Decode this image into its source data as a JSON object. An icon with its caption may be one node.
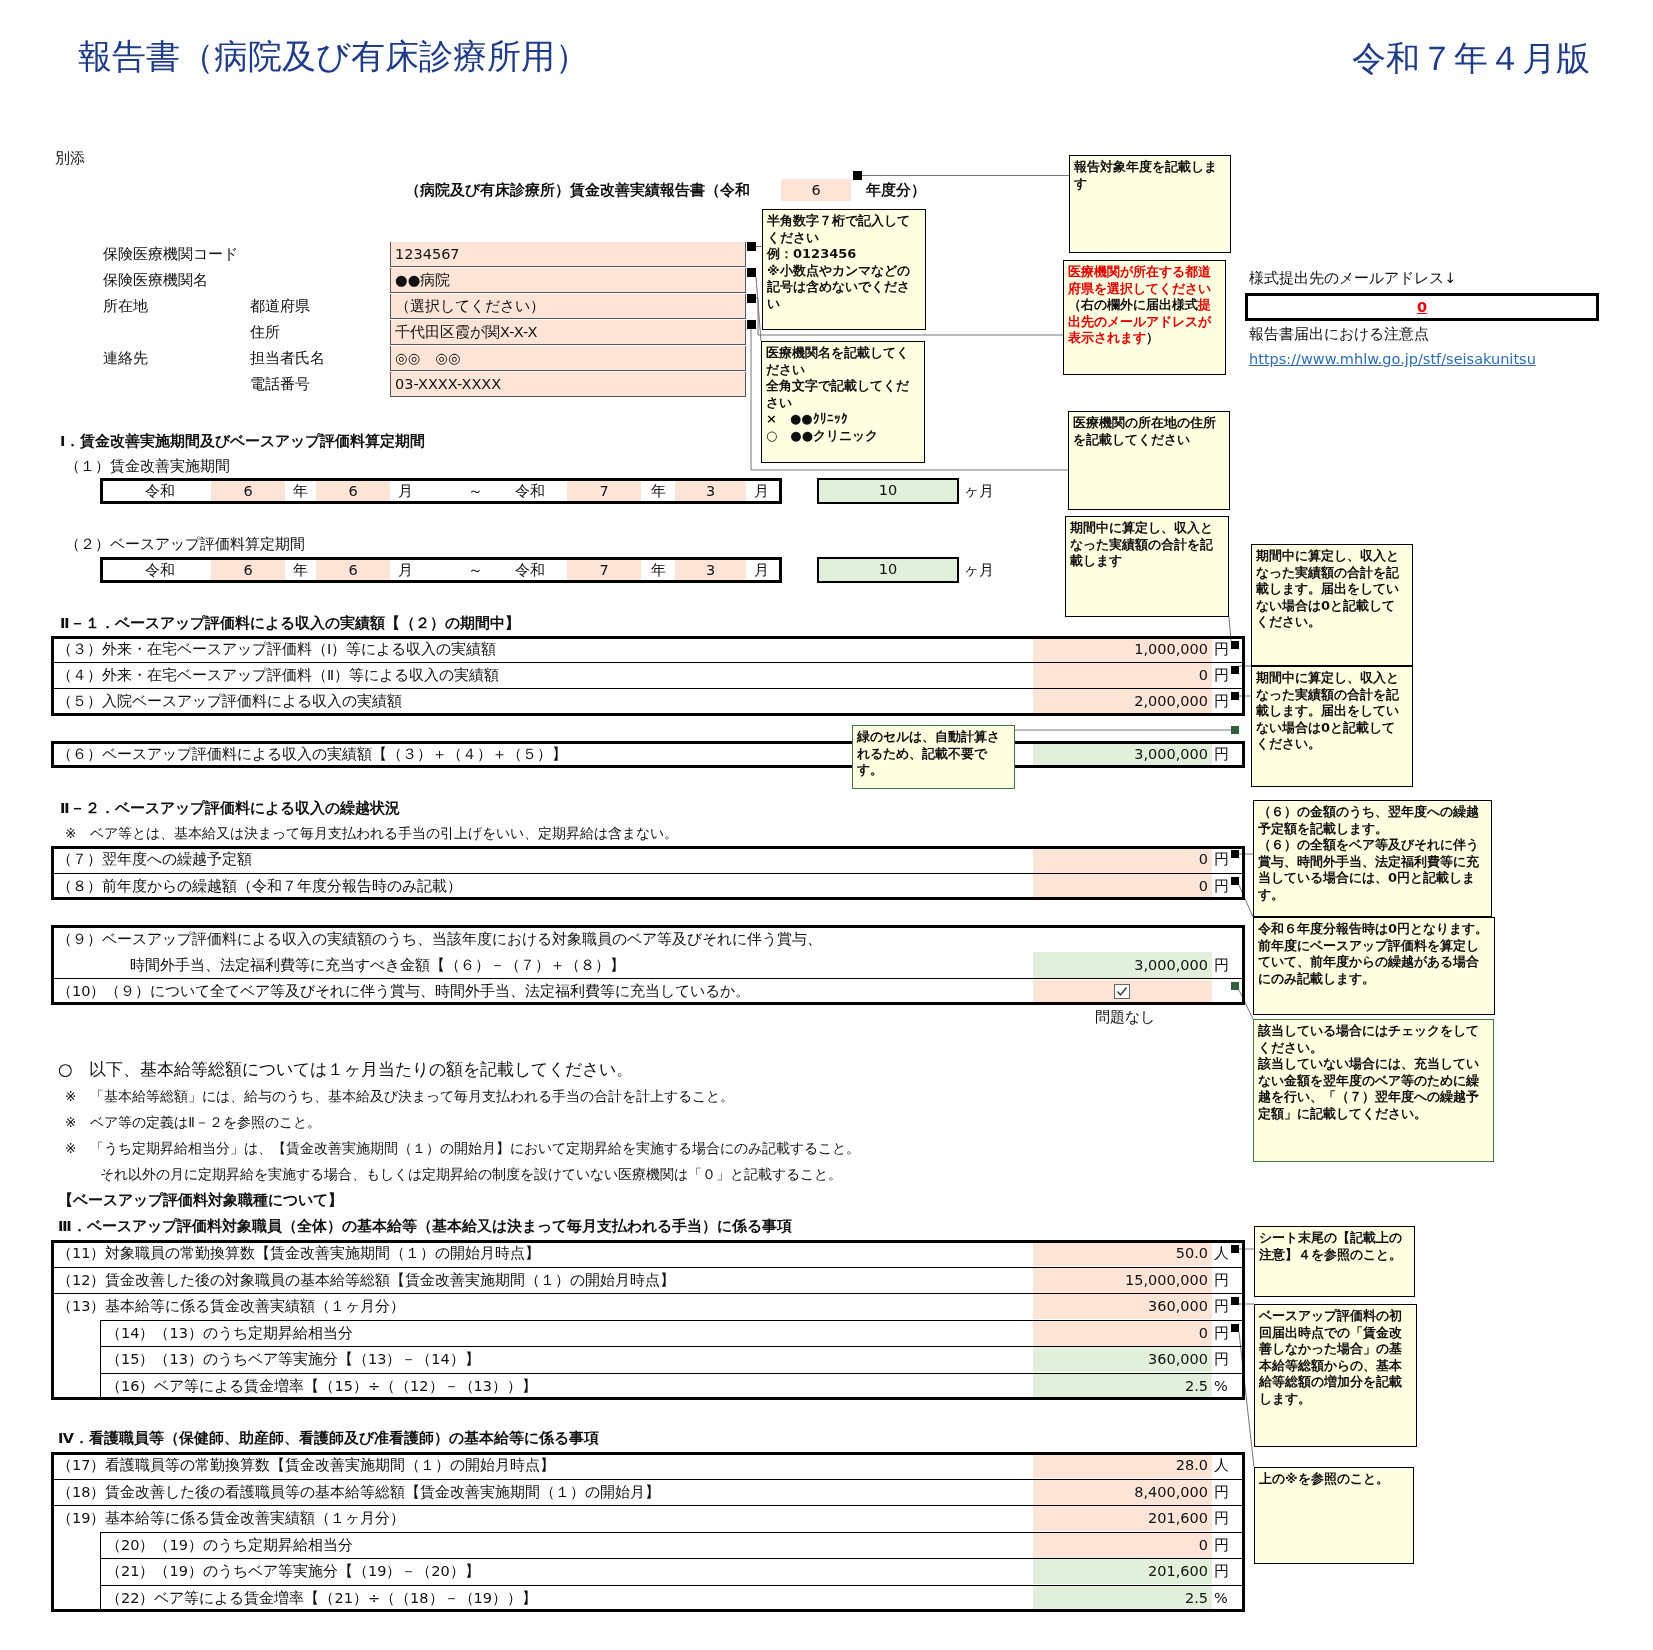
{
  "diagram": {
    "title": "報告書（病院及び有床診療所用）",
    "nodes": [
      {
        "text": [
          "報告対象年度を記載します"
        ]
      },
      {
        "text": [
          "半角数字７桁で記入してください",
          "例：0123456",
          "※小数点やカンマなどの記号は含めないでください"
        ]
      },
      {
        "text": [
          "医療機関が所在する都道府県を選択してください（右の欄外に届出様式提出先のメールアドレスが表示されます）"
        ]
      },
      {
        "text": [
          "医療機関名を記載してください",
          "全角文字で記載してください",
          "×　●●ｸﾘﾆｯｸ",
          "○　●●クリニック"
        ]
      },
      {
        "text": [
          "医療機関の所在地の住所を記載してください"
        ]
      },
      {
        "text": [
          "期間中に算定し、収入となった実績額の合計を記載します"
        ]
      },
      {
        "text": [
          "期間中に算定し、収入となった実績額の合計を記載します。届出をしていない場合は0と記載してください。"
        ]
      },
      {
        "text": [
          "期間中に算定し、収入となった実績額の合計を記載します。届出をしていない場合は0と記載してください。"
        ]
      },
      {
        "text": [
          "緑のセルは、自動計算されるため、記載不要です。"
        ]
      },
      {
        "text": [
          "（６）の金額のうち、翌年度への繰越予定額を記載します。",
          "（６）の全額をベア等及びそれに伴う賞与、時間外手当、法定福利費等に充当している場合には、0円と記載します。"
        ]
      },
      {
        "text": [
          "令和６年度分報告時は0円となります。前年度にベースアップ評価料を算定していて、前年度からの繰越がある場合にのみ記載します。"
        ]
      },
      {
        "text": [
          "該当している場合にはチェックをしてください。",
          "該当していない場合には、充当していない金額を翌年度のベア等のために繰越を行い、「（７）翌年度への繰越予定額」に記載してください。"
        ]
      },
      {
        "text": [
          "シート末尾の【記載上の注意】４を参照のこと。"
        ]
      },
      {
        "text": [
          "ベースアップ評価料の初回届出時点での「賃金改善しなかった場合」の基本給等総額からの、基本給等総額の増加分を記載します。"
        ]
      },
      {
        "text": [
          "上の※を参照のこと。"
        ]
      },
      {
        "text": [],
        "shape": "box"
      },
      {
        "text": [],
        "shape": "box"
      },
      {
        "text": [],
        "shape": "box"
      },
      {
        "text": [],
        "shape": "box"
      },
      {
        "text": [],
        "shape": "box"
      },
      {
        "text": [],
        "shape": "box"
      },
      {
        "text": [],
        "shape": "box"
      },
      {
        "text": [],
        "shape": "box"
      },
      {
        "text": [],
        "shape": "box"
      },
      {
        "text": [],
        "shape": "box"
      },
      {
        "text": [],
        "shape": "box"
      },
      {
        "text": [],
        "shape": "box"
      },
      {
        "text": [],
        "shape": "box"
      },
      {
        "text": [],
        "shape": "box"
      },
      {
        "text": [],
        "shape": "box"
      }
    ],
    "edges": [
      {
        "from": 0,
        "to": 15,
        "arrow": "none"
      },
      {
        "from": 1,
        "to": 16,
        "arrow": "none"
      },
      {
        "from": 2,
        "to": 18,
        "arrow": "none"
      },
      {
        "from": 3,
        "to": 17,
        "arrow": "none"
      },
      {
        "from": 4,
        "to": 19,
        "arrow": "none"
      },
      {
        "from": 5,
        "to": 20,
        "arrow": "none"
      },
      {
        "from": 6,
        "to": 21,
        "arrow": "none"
      },
      {
        "from": 7,
        "to": 22,
        "arrow": "none"
      },
      {
        "from": 8,
        "to": 23,
        "arrow": "none"
      },
      {
        "from": 9,
        "to": 24,
        "arrow": "none"
      },
      {
        "from": 10,
        "to": 25,
        "arrow": "none"
      },
      {
        "from": 11,
        "to": 26,
        "arrow": "none"
      },
      {
        "from": 12,
        "to": 27,
        "arrow": "none"
      },
      {
        "from": 13,
        "to": 28,
        "arrow": "none"
      },
      {
        "from": 14,
        "to": 29,
        "arrow": "none"
      }
    ],
    "labels": [
      "令和７年４月版",
      "別添",
      "（病院及び有床診療所）賃金改善実績報告書（令和",
      "6",
      "年度分）",
      "保険医療機関コード",
      "1234567",
      "保険医療機関名",
      "●●病院",
      "所在地",
      "都道府県",
      "（選択してください）",
      "住所",
      "千代田区霞が関X-X-X",
      "連絡先",
      "担当者氏名",
      "◎◎　◎◎",
      "電話番号",
      "03-XXXX-XXXX",
      "様式提出先のメールアドレス↓",
      "0",
      "報告書届出における注意点",
      "https://www.mhlw.go.jp/stf/seisakunitsu",
      "Ⅰ．賃金改善実施期間及びベースアップ評価料算定期間",
      "（１）賃金改善実施期間",
      "令和",
      "6",
      "年",
      "6",
      "月",
      "～",
      "令和",
      "7",
      "年",
      "3",
      "月",
      "10",
      "ヶ月",
      "（２）ベースアップ評価料算定期間",
      "令和",
      "6",
      "年",
      "6",
      "月",
      "～",
      "令和",
      "7",
      "年",
      "3",
      "月",
      "10",
      "ヶ月",
      "Ⅱ－１．ベースアップ評価料による収入の実績額【（２）の期間中】",
      "（３）外来・在宅ベースアップ評価料（Ⅰ）等による収入の実績額",
      "1,000,000",
      "円",
      "（４）外来・在宅ベースアップ評価料（Ⅱ）等による収入の実績額",
      "0",
      "円",
      "（５）入院ベースアップ評価料による収入の実績額",
      "2,000,000",
      "円",
      "（６）ベースアップ評価料による収入の実績額【（３）＋（４）＋（５）】",
      "3,000,000",
      "円",
      "Ⅱ－２．ベースアップ評価料による収入の繰越状況",
      "※　ベア等とは、基本給又は決まって毎月支払われる手当の引上げをいい、定期昇給は含まない。",
      "（７）翌年度への繰越予定額",
      "0",
      "円",
      "（８）前年度からの繰越額（令和７年度分報告時のみ記載）",
      "0",
      "円",
      "（９）ベースアップ評価料による収入の実績額のうち、当該年度における対象職員のベア等及びそれに伴う賞与、",
      "時間外手当、法定福利費等に充当すべき金額【（６）－（７）＋（８）】",
      "3,000,000",
      "円",
      "（10）（９）について全てベア等及びそれに伴う賞与、時間外手当、法定福利費等に充当しているか。",
      "問題なし",
      "○　以下、基本給等総額については１ヶ月当たりの額を記載してください。",
      "※　「基本給等総額」には、給与のうち、基本給及び決まって毎月支払われる手当の合計を計上すること。",
      "※　ベア等の定義はⅡ－２を参照のこと。",
      "※　「うち定期昇給相当分」は、【賃金改善実施期間（１）の開始月】において定期昇給を実施する場合にのみ記載すること。",
      "それ以外の月に定期昇給を実施する場合、もしくは定期昇給の制度を設けていない医療機関は「０」と記載すること。",
      "【ベースアップ評価料対象職種について】",
      "Ⅲ．ベースアップ評価料対象職員（全体）の基本給等（基本給又は決まって毎月支払われる手当）に係る事項",
      "（11）対象職員の常勤換算数【賃金改善実施期間（１）の開始月時点】",
      "50.0",
      "人",
      "（12）賃金改善した後の対象職員の基本給等総額【賃金改善実施期間（１）の開始月時点】",
      "15,000,000",
      "円",
      "（13）基本給等に係る賃金改善実績額（１ヶ月分）",
      "360,000",
      "円",
      "（14）（13）のうち定期昇給相当分",
      "0",
      "円",
      "（15）（13）のうちベア等実施分【（13）－（14）】",
      "360,000",
      "円",
      "（16）ベア等による賃金増率【（15）÷（（12）－（13））】",
      "2.5",
      "%",
      "Ⅳ．看護職員等（保健師、助産師、看護師及び准看護師）の基本給等に係る事項",
      "（17）看護職員等の常勤換算数【賃金改善実施期間（１）の開始月時点】",
      "28.0",
      "人",
      "（18）賃金改善した後の看護職員等の基本給等総額【賃金改善実施期間（１）の開始月】",
      "8,400,000",
      "円",
      "（19）基本給等に係る賃金改善実績額（１ヶ月分）",
      "201,600",
      "円",
      "（20）（19）のうち定期昇給相当分",
      "0",
      "円",
      "（21）（19）のうちベア等実施分【（19）－（20）】",
      "201,600",
      "円",
      "（22）ベア等による賃金増率【（21）÷（（18）－（19））】",
      "2.5",
      "%"
    ]
  }
}
